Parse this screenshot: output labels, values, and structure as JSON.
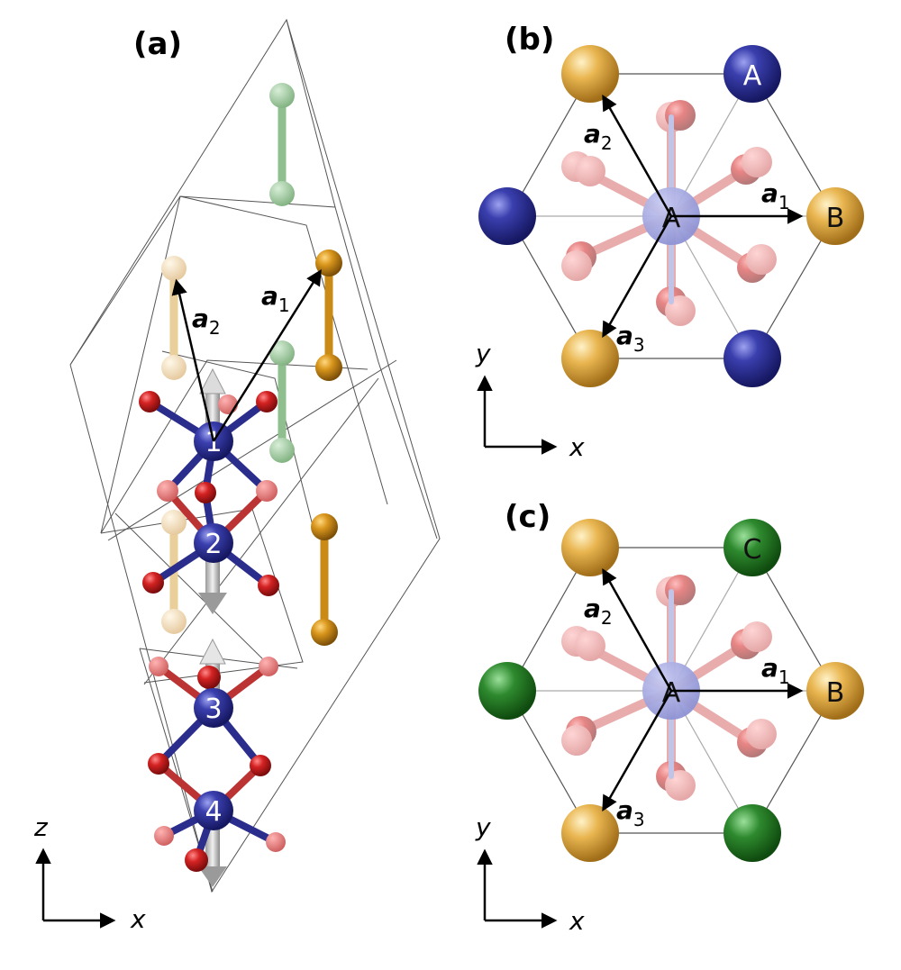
{
  "panels": {
    "a": {
      "label": "(a)",
      "vectors": {
        "a1": "a",
        "a1_sub": "1",
        "a2": "a",
        "a2_sub": "2"
      },
      "atoms": [
        "1",
        "2",
        "3",
        "4"
      ],
      "axes": {
        "vertical": "z",
        "horizontal": "x"
      }
    },
    "b": {
      "label": "(b)",
      "vectors": {
        "a1": "a",
        "a1_sub": "1",
        "a2": "a",
        "a2_sub": "2",
        "a3": "a",
        "a3_sub": "3"
      },
      "sites": {
        "center": "A",
        "top_right": "A",
        "right": "B"
      },
      "axes": {
        "vertical": "y",
        "horizontal": "x"
      }
    },
    "c": {
      "label": "(c)",
      "vectors": {
        "a1": "a",
        "a1_sub": "1",
        "a2": "a",
        "a2_sub": "2",
        "a3": "a",
        "a3_sub": "3"
      },
      "sites": {
        "center": "A",
        "top_right": "C",
        "right": "B"
      },
      "axes": {
        "vertical": "y",
        "horizontal": "x"
      }
    }
  },
  "colors": {
    "blue_atom": "#2a2d8c",
    "red_atom": "#c81e1e",
    "gold_atom": "#e6b24a",
    "green_atom": "#2d7d2d",
    "light_green": "#8fbf8f",
    "light_gold": "#f0d7a6"
  }
}
